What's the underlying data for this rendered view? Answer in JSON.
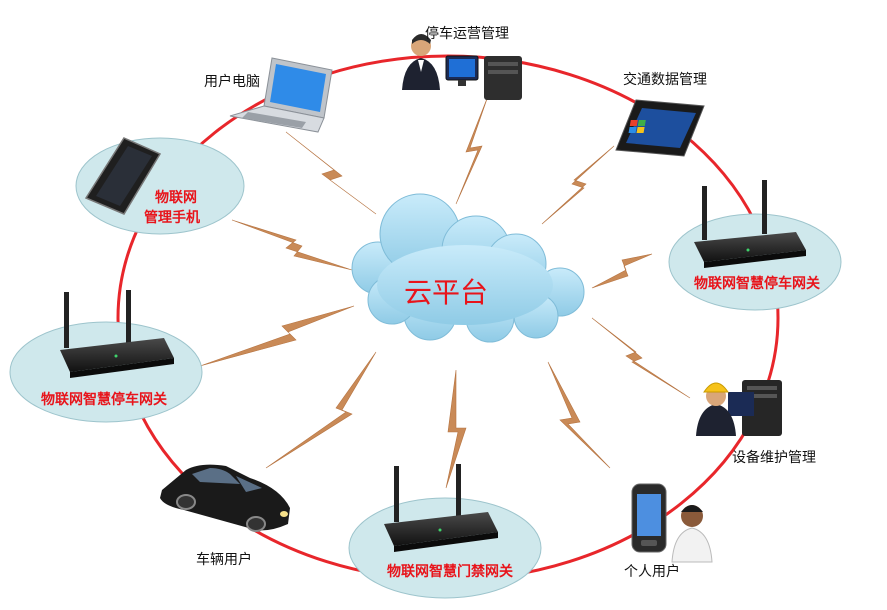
{
  "colors": {
    "ring": "#e8262b",
    "node_fill": "#cfe8ec",
    "node_stroke": "#9dc4cc",
    "lightning": "#c98a57",
    "cloud": "#a9d8ee",
    "label_red": "#e8141b"
  },
  "center": {
    "label": "云平台",
    "icon": "cloud-icon"
  },
  "nodes": [
    {
      "id": "parking-ops",
      "label": "停车运营管理",
      "icon": "operator-desktop-icon",
      "highlighted": false
    },
    {
      "id": "traffic-data",
      "label": "交通数据管理",
      "icon": "tablet-icon",
      "highlighted": false
    },
    {
      "id": "gateway-right",
      "label": "物联网智慧停车网关",
      "icon": "router-icon",
      "highlighted": true
    },
    {
      "id": "equipment-maint",
      "label": "设备维护管理",
      "icon": "engineer-server-icon",
      "highlighted": false
    },
    {
      "id": "personal-user",
      "label": "个人用户",
      "icon": "smartphone-person-icon",
      "highlighted": false
    },
    {
      "id": "access-gateway",
      "label": "物联网智慧门禁网关",
      "icon": "router-icon",
      "highlighted": true
    },
    {
      "id": "vehicle-user",
      "label": "车辆用户",
      "icon": "car-icon",
      "highlighted": false
    },
    {
      "id": "gateway-left",
      "label": "物联网智慧停车网关",
      "icon": "router-icon",
      "highlighted": true
    },
    {
      "id": "mobile-mgmt",
      "label_lines": [
        "物联网",
        "管理手机"
      ],
      "icon": "smartphone-icon",
      "highlighted": true
    },
    {
      "id": "user-pc",
      "label": "用户电脑",
      "icon": "laptop-icon",
      "highlighted": false
    }
  ]
}
